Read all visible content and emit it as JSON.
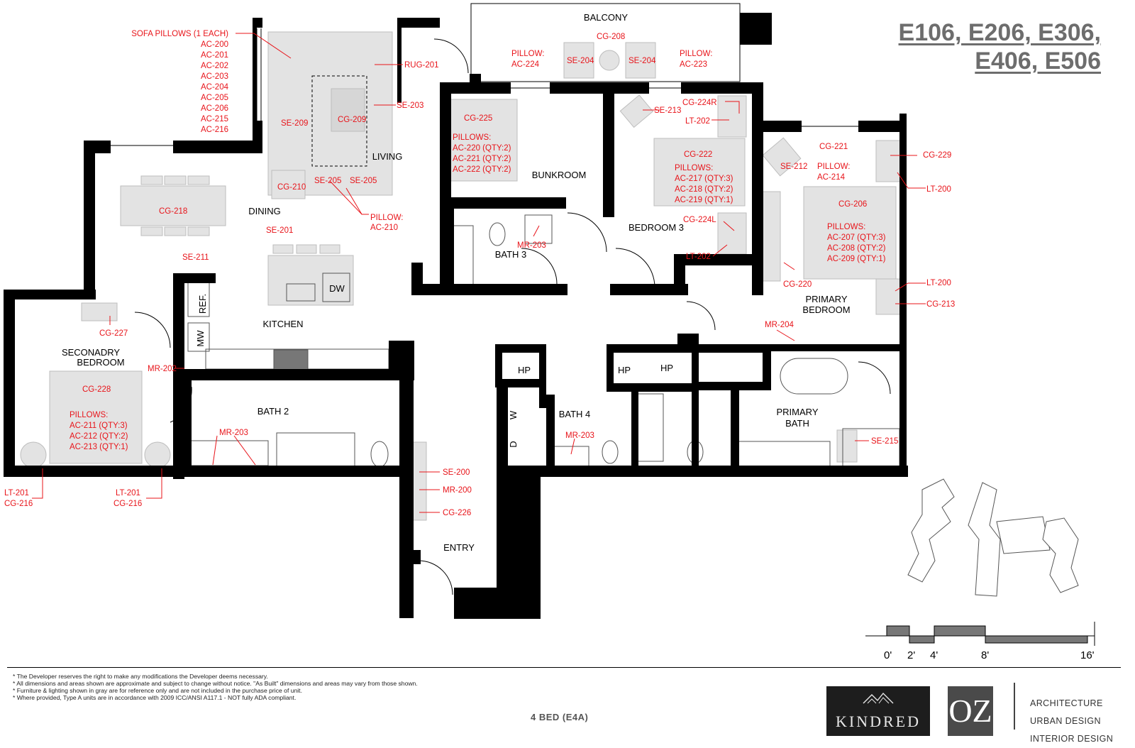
{
  "header": {
    "units_line1": "E106, E206, E306,",
    "units_line2": "E406, E506"
  },
  "rooms": [
    {
      "id": "balcony",
      "label": "BALCONY"
    },
    {
      "id": "living",
      "label": "LIVING"
    },
    {
      "id": "dining",
      "label": "DINING"
    },
    {
      "id": "kitchen",
      "label": "KITCHEN"
    },
    {
      "id": "bunkroom",
      "label": "BUNKROOM"
    },
    {
      "id": "bath3",
      "label": "BATH 3"
    },
    {
      "id": "bedroom3",
      "label": "BEDROOM 3"
    },
    {
      "id": "primary-bedroom-1",
      "label": "PRIMARY"
    },
    {
      "id": "primary-bedroom-2",
      "label": "BEDROOM"
    },
    {
      "id": "secondary-bedroom-1",
      "label": "SECONADRY"
    },
    {
      "id": "secondary-bedroom-2",
      "label": "BEDROOM"
    },
    {
      "id": "bath2",
      "label": "BATH 2"
    },
    {
      "id": "bath4",
      "label": "BATH 4"
    },
    {
      "id": "primary-bath-1",
      "label": "PRIMARY"
    },
    {
      "id": "primary-bath-2",
      "label": "BATH"
    },
    {
      "id": "entry",
      "label": "ENTRY"
    }
  ],
  "fixtures": [
    {
      "id": "ref",
      "label": "REF."
    },
    {
      "id": "mw",
      "label": "MW"
    },
    {
      "id": "dw",
      "label": "DW"
    },
    {
      "id": "hp1",
      "label": "HP"
    },
    {
      "id": "hp2",
      "label": "HP"
    },
    {
      "id": "hp3",
      "label": "HP"
    },
    {
      "id": "washer",
      "label": "W"
    },
    {
      "id": "dryer",
      "label": "D"
    }
  ],
  "tags": [
    {
      "id": "sofa-pillows",
      "label": "SOFA PILLOWS (1 EACH)"
    },
    {
      "id": "sofa-p1",
      "label": "AC-200"
    },
    {
      "id": "sofa-p2",
      "label": "AC-201"
    },
    {
      "id": "sofa-p3",
      "label": "AC-202"
    },
    {
      "id": "sofa-p4",
      "label": "AC-203"
    },
    {
      "id": "sofa-p5",
      "label": "AC-204"
    },
    {
      "id": "sofa-p6",
      "label": "AC-205"
    },
    {
      "id": "sofa-p7",
      "label": "AC-206"
    },
    {
      "id": "sofa-p8",
      "label": "AC-215"
    },
    {
      "id": "sofa-p9",
      "label": "AC-216"
    },
    {
      "id": "rug",
      "label": "RUG-201"
    },
    {
      "id": "se203",
      "label": "SE-203"
    },
    {
      "id": "se209",
      "label": "SE-209"
    },
    {
      "id": "cg209",
      "label": "CG-209"
    },
    {
      "id": "cg210",
      "label": "CG-210"
    },
    {
      "id": "se205a",
      "label": "SE-205"
    },
    {
      "id": "se205b",
      "label": "SE-205"
    },
    {
      "id": "pillow210-1",
      "label": "PILLOW:"
    },
    {
      "id": "pillow210-2",
      "label": "AC-210"
    },
    {
      "id": "cg208",
      "label": "CG-208"
    },
    {
      "id": "pillow224-1",
      "label": "PILLOW:"
    },
    {
      "id": "pillow224-2",
      "label": "AC-224"
    },
    {
      "id": "se204a",
      "label": "SE-204"
    },
    {
      "id": "se204b",
      "label": "SE-204"
    },
    {
      "id": "pillow223-1",
      "label": "PILLOW:"
    },
    {
      "id": "pillow223-2",
      "label": "AC-223"
    },
    {
      "id": "cg218",
      "label": "CG-218"
    },
    {
      "id": "se211",
      "label": "SE-211"
    },
    {
      "id": "se201",
      "label": "SE-201"
    },
    {
      "id": "cg225",
      "label": "CG-225"
    },
    {
      "id": "bunk-pillows",
      "label": "PILLOWS:"
    },
    {
      "id": "bunk-p1",
      "label": "AC-220 (QTY:2)"
    },
    {
      "id": "bunk-p2",
      "label": "AC-221 (QTY:2)"
    },
    {
      "id": "bunk-p3",
      "label": "AC-222 (QTY:2)"
    },
    {
      "id": "mr203-b3",
      "label": "MR-203"
    },
    {
      "id": "se213-b3",
      "label": "SE-213"
    },
    {
      "id": "cg224r",
      "label": "CG-224R"
    },
    {
      "id": "lt202a",
      "label": "LT-202"
    },
    {
      "id": "cg222",
      "label": "CG-222"
    },
    {
      "id": "b3-pillows",
      "label": "PILLOWS:"
    },
    {
      "id": "b3-p1",
      "label": "AC-217 (QTY:3)"
    },
    {
      "id": "b3-p2",
      "label": "AC-218 (QTY:2)"
    },
    {
      "id": "b3-p3",
      "label": "AC-219 (QTY:1)"
    },
    {
      "id": "cg224l",
      "label": "CG-224L"
    },
    {
      "id": "lt202b",
      "label": "LT-202"
    },
    {
      "id": "cg221",
      "label": "CG-221"
    },
    {
      "id": "se212",
      "label": "SE-212"
    },
    {
      "id": "pillow214-1",
      "label": "PILLOW:"
    },
    {
      "id": "pillow214-2",
      "label": "AC-214"
    },
    {
      "id": "cg229",
      "label": "CG-229"
    },
    {
      "id": "lt200a",
      "label": "LT-200"
    },
    {
      "id": "cg206",
      "label": "CG-206"
    },
    {
      "id": "pb-pillows",
      "label": "PILLOWS:"
    },
    {
      "id": "pb-p1",
      "label": "AC-207 (QTY:3)"
    },
    {
      "id": "pb-p2",
      "label": "AC-208 (QTY:2)"
    },
    {
      "id": "pb-p3",
      "label": "AC-209 (QTY:1)"
    },
    {
      "id": "cg220",
      "label": "CG-220"
    },
    {
      "id": "lt200b",
      "label": "LT-200"
    },
    {
      "id": "cg213",
      "label": "CG-213"
    },
    {
      "id": "mr204",
      "label": "MR-204"
    },
    {
      "id": "cg227",
      "label": "CG-227"
    },
    {
      "id": "mr202",
      "label": "MR-202"
    },
    {
      "id": "cg228",
      "label": "CG-228"
    },
    {
      "id": "sb-pillows",
      "label": "PILLOWS:"
    },
    {
      "id": "sb-p1",
      "label": "AC-211 (QTY:3)"
    },
    {
      "id": "sb-p2",
      "label": "AC-212 (QTY:2)"
    },
    {
      "id": "sb-p3",
      "label": "AC-213 (QTY:1)"
    },
    {
      "id": "lt201a",
      "label": "LT-201"
    },
    {
      "id": "cg216a",
      "label": "CG-216"
    },
    {
      "id": "lt201b",
      "label": "LT-201"
    },
    {
      "id": "cg216b",
      "label": "CG-216"
    },
    {
      "id": "mr203-b2",
      "label": "MR-203"
    },
    {
      "id": "mr203-b4",
      "label": "MR-203"
    },
    {
      "id": "se215",
      "label": "SE-215"
    },
    {
      "id": "se200",
      "label": "SE-200"
    },
    {
      "id": "mr200",
      "label": "MR-200"
    },
    {
      "id": "cg226",
      "label": "CG-226"
    }
  ],
  "scale_bar": {
    "ticks": [
      "0'",
      "2'",
      "4'",
      "8'",
      "16'"
    ]
  },
  "footer": {
    "disclaimer": [
      "* The Developer reserves the right to make any modifications the Developer deems necessary.",
      "* All dimensions and areas shown are approximate and subject to change without notice. \"As Built\" dimensions and areas may vary from those shown.",
      "* Furniture & lighting shown in gray are for reference only and are not included in the purchase price of unit.",
      "* Where provided, Type A units are in accordance with 2009 ICC/ANSI A117.1 - NOT fully ADA compliant."
    ],
    "unit_type": "4 BED (E4A)",
    "brand": "KINDRED",
    "firm_logo": "OZ",
    "firm_services": [
      "ARCHITECTURE",
      "URBAN DESIGN",
      "INTERIOR DESIGN"
    ]
  },
  "colors": {
    "wall": "#000000",
    "furniture": "#e3e3e3",
    "tag": "#e8141a",
    "title": "#6d6d6d"
  }
}
